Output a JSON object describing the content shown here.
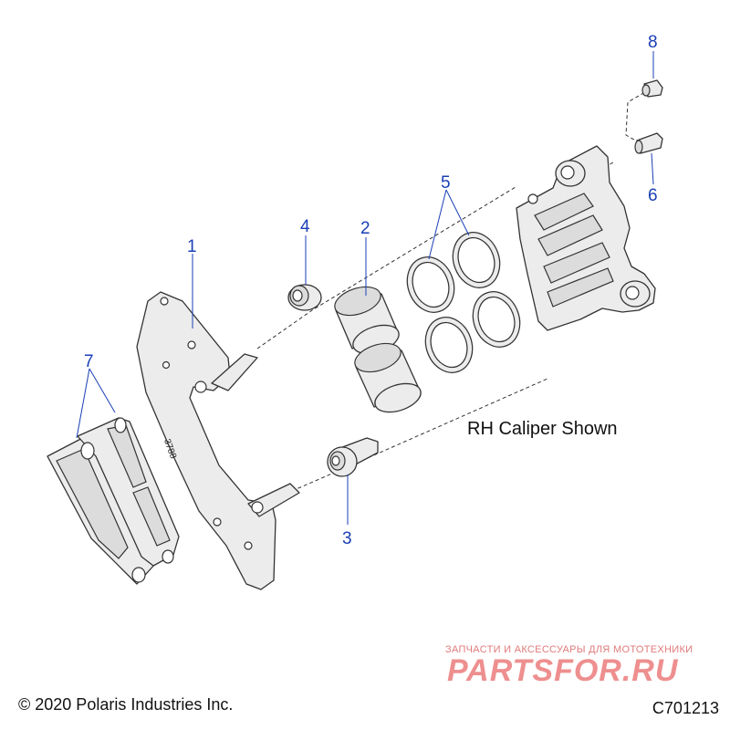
{
  "diagram": {
    "caption": "RH Caliper Shown",
    "callouts": [
      "1",
      "2",
      "3",
      "4",
      "5",
      "6",
      "7",
      "8"
    ],
    "bracket_stamp": "3788",
    "copyright": "© 2020 Polaris Industries Inc.",
    "figure_id": "C701213",
    "watermark": {
      "subtitle": "ЗАПЧАСТИ И АКСЕССУАРЫ ДЛЯ МОТОТЕХНИКИ",
      "brand": "PARTSFOR.RU"
    },
    "callout_color": "#1a3fb5"
  }
}
